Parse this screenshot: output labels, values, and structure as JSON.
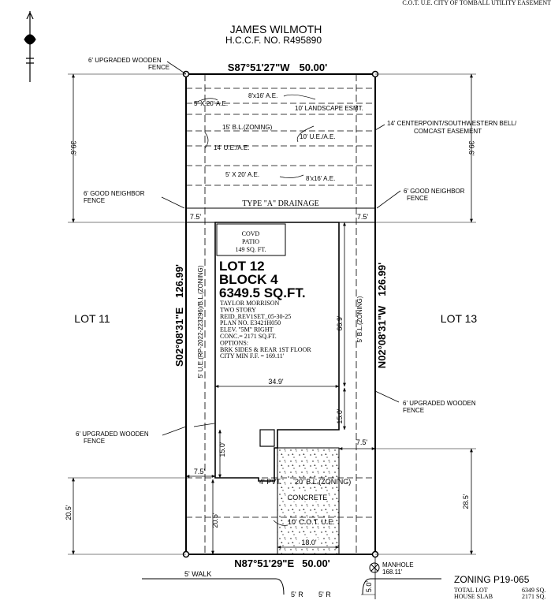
{
  "header": {
    "top_note": "C.O.T. U.E.  CITY OF TOMBALL UTILITY EASEMENT",
    "owner_name": "JAMES WILMOTH",
    "owner_ref": "H.C.C.F. NO. R495890"
  },
  "bearings": {
    "north": "S87°51'27\"W",
    "north_dist": "50.00'",
    "south": "N87°51'29\"E",
    "south_dist": "50.00'",
    "west": "S02°08'31\"E",
    "west_dist": "126.99'",
    "east": "N02°08'31\"W",
    "east_dist": "126.99'"
  },
  "dimensions": {
    "left_depth": "39.6'",
    "right_depth": "39.6'",
    "setback_left": "7.5'",
    "setback_right": "7.5'",
    "house_depth": "66.9'",
    "house_width": "34.9'",
    "side_15_right": "15.0'",
    "side_75_right": "7.5'",
    "side_15_left": "15.0'",
    "side_75_left": "7.5'",
    "front_205_outer": "20.5'",
    "front_205_inner": "20.5'",
    "drive_285": "28.5'",
    "drive_width": "18.0'",
    "walk_5": "5.0'"
  },
  "labels": {
    "upgraded_fence_nw": "6' UPGRADED WOODEN\nFENCE",
    "upgraded_fence_e": "6' UPGRADED WOODEN\nFENCE",
    "upgraded_fence_w": "6' UPGRADED WOODEN\nFENCE",
    "good_neighbor_w": "6' GOOD NEIGHBOR\nFENCE",
    "good_neighbor_e": "6' GOOD NEIGHBOR\nFENCE",
    "ae_8x16_top": "8'x16' A.E.",
    "ae_5x20_top": "5' X 20' A.E.",
    "landscape": "10' LANDSCAPE ESMT.",
    "bl_zoning_15": "15' B.L.(ZONING)",
    "ue_10": "10' U.E./A.E.",
    "centerpoint": "14' CENTERPOINT/SOUTHWESTERN BELL/\nCOMCAST EASEMENT",
    "ue_14": "14' U.E./A.E.",
    "ae_5x20_bot": "5' X 20' A.E.",
    "ae_8x16_bot": "8'x16' A.E.",
    "drainage": "TYPE \"A\" DRAINAGE",
    "lot_11": "LOT 11",
    "lot_13": "LOT 13",
    "ue_west": "5' U.E.(RP-2022-223296)/B.L.(ZONING)",
    "bl_east": "5' B.L.(ZONING)",
    "pvt": "4' PVT.",
    "bl_20": "20' B.L.(ZONING)",
    "concrete": "CONCRETE",
    "cot_ue": "10' C.O.T. U.E.",
    "walk": "5' WALK",
    "radius_left": "5' R",
    "radius_right": "5' R",
    "manhole": "MANHOLE\n168.11'"
  },
  "patio": {
    "line1": "COVD",
    "line2": "PATIO",
    "line3": "149 SQ. FT."
  },
  "lot_info": {
    "lot": "LOT 12",
    "block": "BLOCK 4",
    "area": "6349.5 SQ.FT.",
    "details": [
      "TAYLOR MORRISON",
      "TWO STORY",
      "REID_REV1SET_05-30-25",
      "PLAN NO. E3421H050",
      "ELEV. \"5M\" RIGHT",
      "CONC.= 2171 SQ.FT.",
      "OPTIONS:",
      "BRK SIDES & REAR 1ST FLOOR",
      "CITY MIN F.F. = 169.11'"
    ]
  },
  "zoning": {
    "title": "ZONING P19-065",
    "rows": [
      {
        "label": "TOTAL LOT",
        "value": "6349 SQ."
      },
      {
        "label": "HOUSE SLAB",
        "value": "2171 SQ."
      }
    ]
  }
}
